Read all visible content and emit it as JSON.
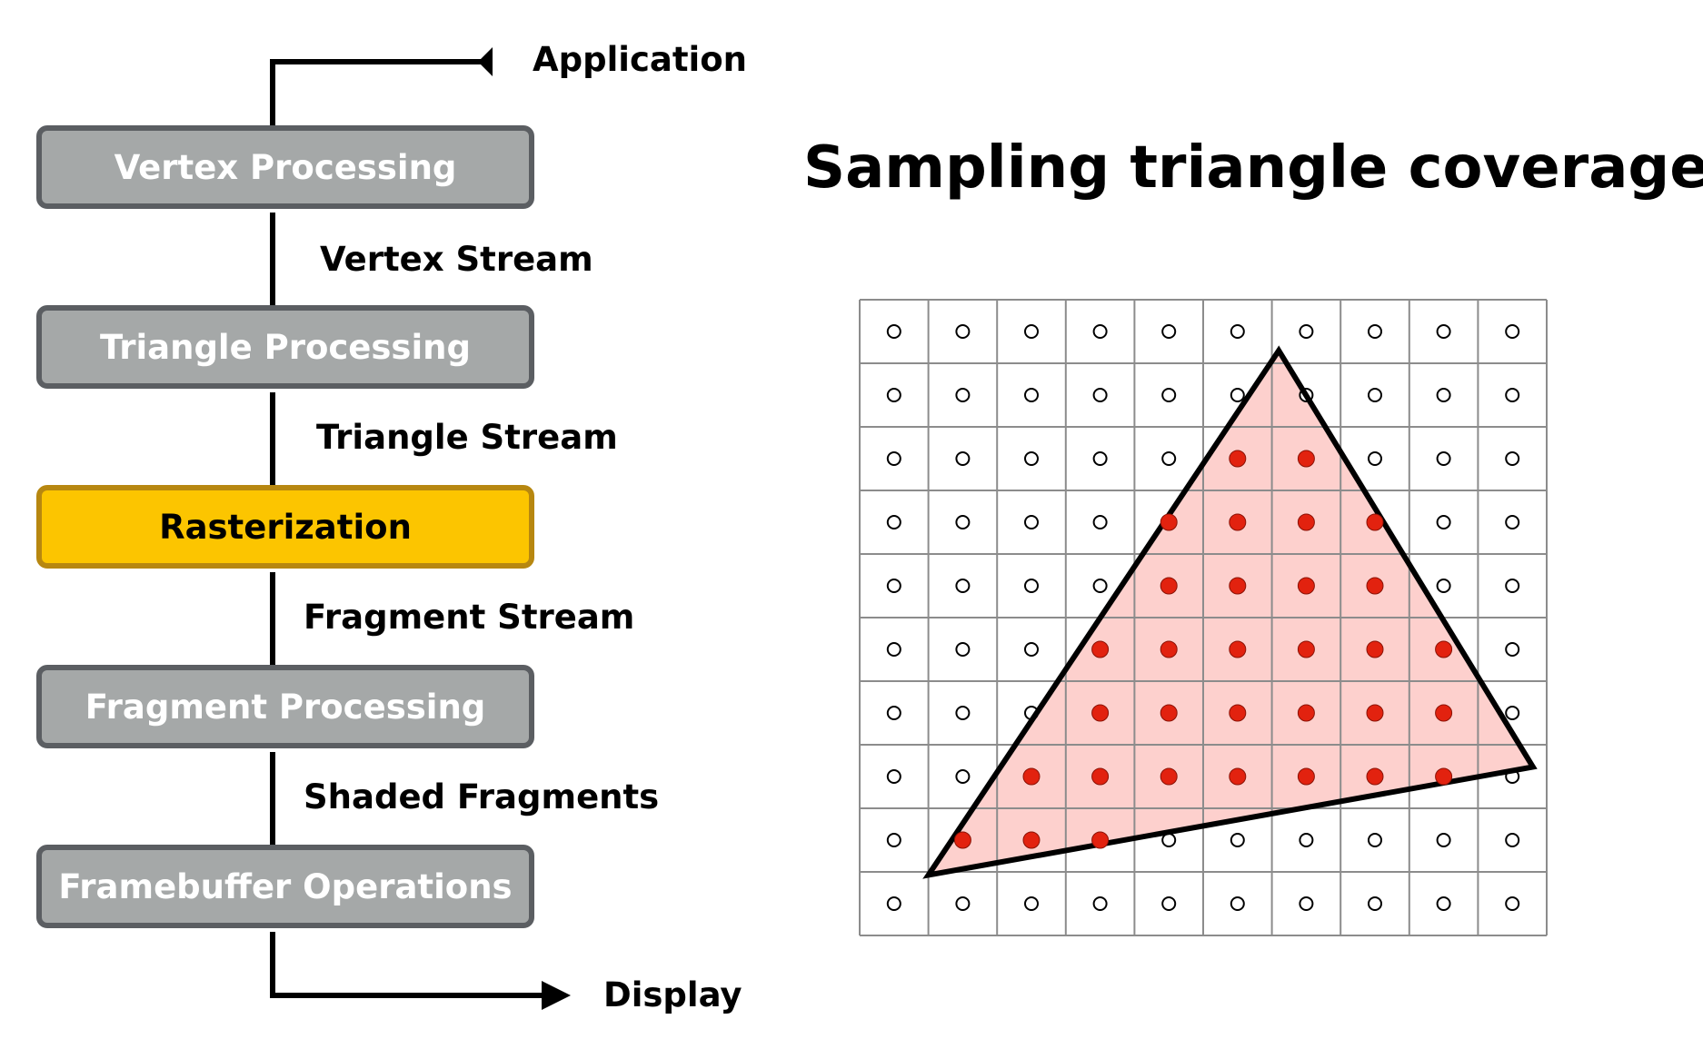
{
  "pipeline": {
    "input_label": "Application",
    "output_label": "Display",
    "stages": [
      {
        "label": "Vertex Processing",
        "highlighted": false
      },
      {
        "label": "Triangle Processing",
        "highlighted": false
      },
      {
        "label": "Rasterization",
        "highlighted": true
      },
      {
        "label": "Fragment Processing",
        "highlighted": false
      },
      {
        "label": "Framebuffer Operations",
        "highlighted": false
      }
    ],
    "streams": [
      "Vertex Stream",
      "Triangle Stream",
      "Fragment Stream",
      "Shaded Fragments"
    ]
  },
  "coverage": {
    "title": "Sampling triangle coverage",
    "grid_cols": 10,
    "grid_rows": 10,
    "triangle": [
      [
        1.0,
        9.05
      ],
      [
        6.1,
        0.8
      ],
      [
        9.8,
        7.35
      ]
    ],
    "colors": {
      "fill": "#fdd0cd",
      "edge": "#000000",
      "covered_sample": "#e2220f",
      "uncovered_sample": "#ffffff",
      "grid": "#8c8c8c",
      "stage_gray": "#a5a8a8",
      "stage_border": "#5b5e62",
      "highlight": "#fcc500",
      "highlight_border": "#b78710"
    }
  }
}
